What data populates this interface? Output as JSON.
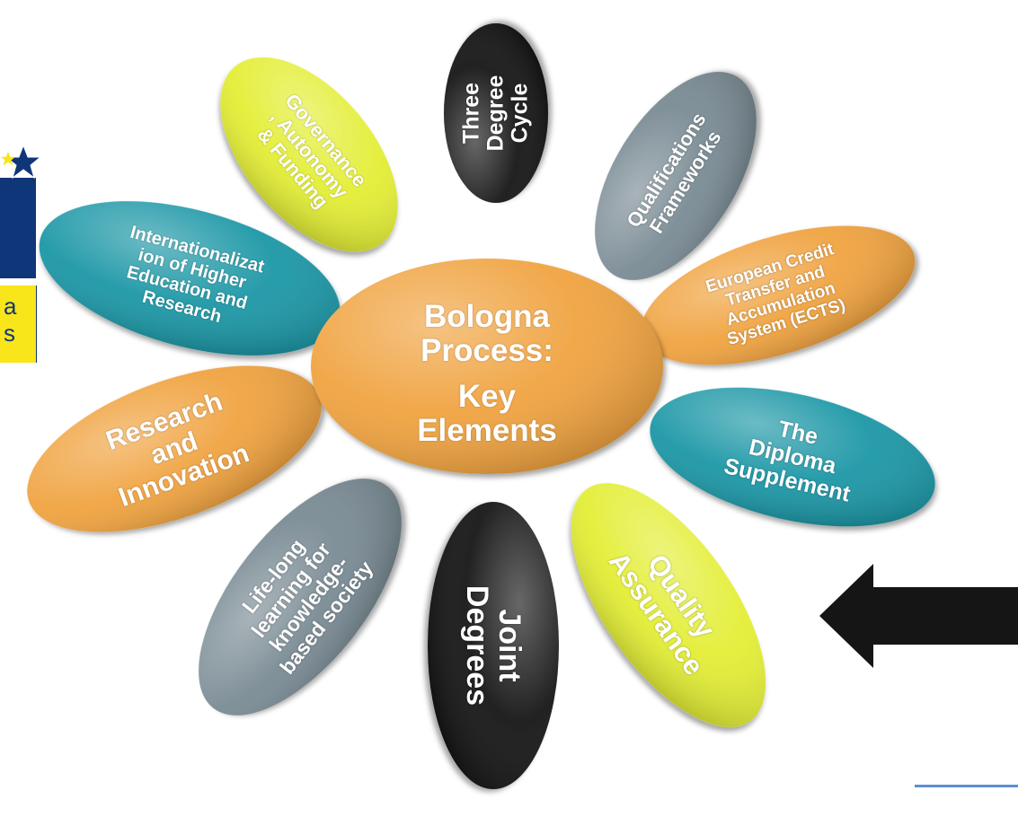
{
  "logo": {
    "line1": "a",
    "line2": "s"
  },
  "center": {
    "title": "Bologna\nProcess:",
    "subtitle": "Key\nElements",
    "color": "#f0a340"
  },
  "petals": [
    {
      "name": "three-degree-cycle",
      "text": "Three\nDegree\nCycle",
      "color": "#151515"
    },
    {
      "name": "qualifications-frameworks",
      "text": "Qualifications\nFrameworks",
      "color": "#7a8b94"
    },
    {
      "name": "ects",
      "text": "European Credit\nTransfer and\nAccumulation\nSystem (ECTS)",
      "color": "#f0a340"
    },
    {
      "name": "diploma-supplement",
      "text": "The\nDiploma\nSupplement",
      "color": "#1a97a6"
    },
    {
      "name": "quality-assurance",
      "text": "Quality\nAssurance",
      "color": "#e3ee36"
    },
    {
      "name": "joint-degrees",
      "text": "Joint\nDegrees",
      "color": "#151515"
    },
    {
      "name": "life-long-learning",
      "text": "Life-long\nlearning for\nknowledge-\nbased society",
      "color": "#7a8b94"
    },
    {
      "name": "research-innovation",
      "text": "Research\nand\nInnovation",
      "color": "#f0a340"
    },
    {
      "name": "internationalization",
      "text": "Internationalizat\nion of Higher\nEducation and\nResearch",
      "color": "#1a97a6"
    },
    {
      "name": "governance",
      "text": "Governance\n, Autonomy\n& Funding",
      "color": "#e3ee36"
    }
  ],
  "arrow": {
    "color": "#151515"
  }
}
